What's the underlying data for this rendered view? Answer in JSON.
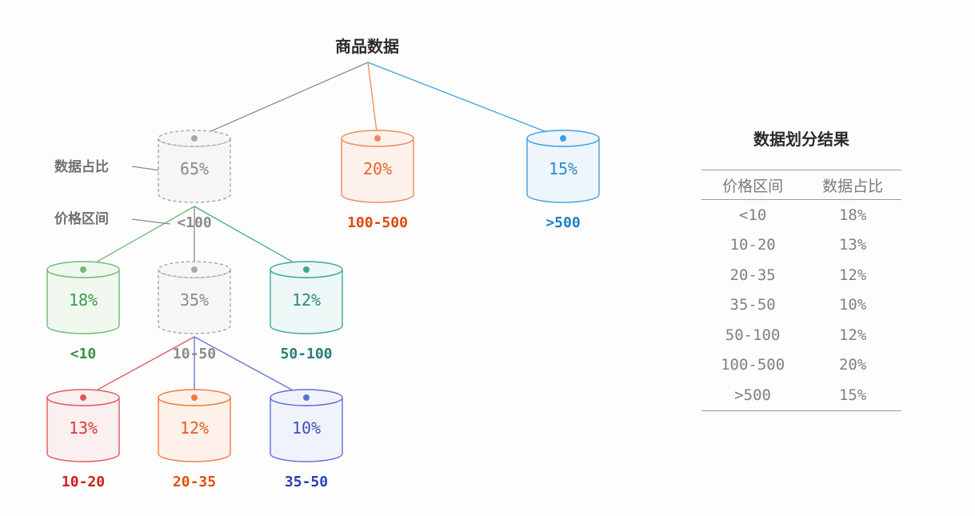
{
  "root": {
    "label": "商品数据"
  },
  "annotations": {
    "ratio": "数据占比",
    "range": "价格区间"
  },
  "colors": {
    "gray": "#8a8a8a",
    "red_orange": "#f08a5d",
    "blue": "#3ea1e0",
    "green": "#6ebd73",
    "teal": "#3aa89a",
    "red": "#e05a5a",
    "orange": "#f07a3d",
    "indigo": "#5e6fd6"
  },
  "nodes": [
    {
      "id": "n65",
      "percent": "65%",
      "range": "<100",
      "style": "dashed",
      "color": "#a8a8a8",
      "text_color": "#8a8a8a",
      "range_color": "#8a8a8a",
      "fill": "#f6f6f6"
    },
    {
      "id": "n20",
      "percent": "20%",
      "range": "100-500",
      "style": "solid",
      "color": "#f08a5d",
      "text_color": "#e8632c",
      "range_color": "#e0480f",
      "fill": "#fdf1ec"
    },
    {
      "id": "n15",
      "percent": "15%",
      "range": ">500",
      "style": "solid",
      "color": "#3ea1e0",
      "text_color": "#2a8bd0",
      "range_color": "#1e7fc4",
      "fill": "#eef6fc"
    },
    {
      "id": "n18",
      "percent": "18%",
      "range": "<10",
      "style": "solid",
      "color": "#6ebd73",
      "text_color": "#3f9a46",
      "range_color": "#3a9140",
      "fill": "#f0f8f0"
    },
    {
      "id": "n35",
      "percent": "35%",
      "range": "10-50",
      "style": "dashed",
      "color": "#a8a8a8",
      "text_color": "#8a8a8a",
      "range_color": "#8a8a8a",
      "fill": "#f6f6f6"
    },
    {
      "id": "n12a",
      "percent": "12%",
      "range": "50-100",
      "style": "solid",
      "color": "#3aa89a",
      "text_color": "#2a8a7e",
      "range_color": "#2a7d72",
      "fill": "#eef8f6"
    },
    {
      "id": "n13",
      "percent": "13%",
      "range": "10-20",
      "style": "solid",
      "color": "#e05a5a",
      "text_color": "#d23a3a",
      "range_color": "#d21c1c",
      "fill": "#fcefef"
    },
    {
      "id": "n12b",
      "percent": "12%",
      "range": "20-35",
      "style": "solid",
      "color": "#f07a3d",
      "text_color": "#e05f1c",
      "range_color": "#e0520c",
      "fill": "#fdf1ea"
    },
    {
      "id": "n10",
      "percent": "10%",
      "range": "35-50",
      "style": "solid",
      "color": "#5e6fd6",
      "text_color": "#3a4fc0",
      "range_color": "#2a3fb5",
      "fill": "#f1f3fc"
    }
  ],
  "result": {
    "title": "数据划分结果",
    "headers": [
      "价格区间",
      "数据占比"
    ],
    "rows": [
      [
        "<10",
        "18%"
      ],
      [
        "10-20",
        "13%"
      ],
      [
        "20-35",
        "12%"
      ],
      [
        "35-50",
        "10%"
      ],
      [
        "50-100",
        "12%"
      ],
      [
        "100-500",
        "20%"
      ],
      [
        ">500",
        "15%"
      ]
    ]
  }
}
